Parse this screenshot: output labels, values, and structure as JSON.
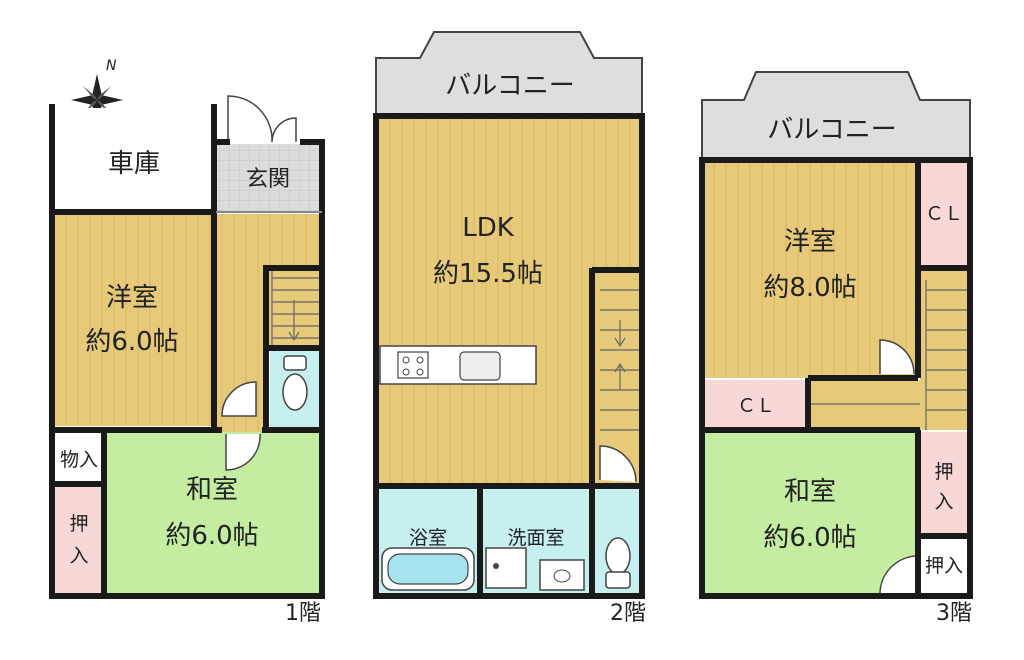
{
  "colors": {
    "wood": "#e6c979",
    "tatami": "#c4eda2",
    "wet": "#c6efef",
    "closet": "#f8d7d7",
    "genkan": "#dcdcdc",
    "balcony": "#dedede",
    "wall": "#1a1a1a"
  },
  "compass": {
    "north": "N"
  },
  "floor1": {
    "label": "1階",
    "garage": "車庫",
    "entrance": "玄関",
    "western_room": {
      "name": "洋室",
      "size": "約6.0帖"
    },
    "storage": "物入",
    "closet": "押入",
    "japanese_room": {
      "name": "和室",
      "size": "約6.0帖"
    }
  },
  "floor2": {
    "label": "2階",
    "balcony": "バルコニー",
    "ldk": {
      "name": "LDK",
      "size": "約15.5帖"
    },
    "bathroom": "浴室",
    "washroom": "洗面室"
  },
  "floor3": {
    "label": "3階",
    "balcony": "バルコニー",
    "western_room": {
      "name": "洋室",
      "size": "約8.0帖"
    },
    "closet_upper": "ＣＬ",
    "closet_lower": "ＣＬ",
    "oshiire_right": "押入",
    "oshiire_small": "押入",
    "japanese_room": {
      "name": "和室",
      "size": "約6.0帖"
    }
  }
}
